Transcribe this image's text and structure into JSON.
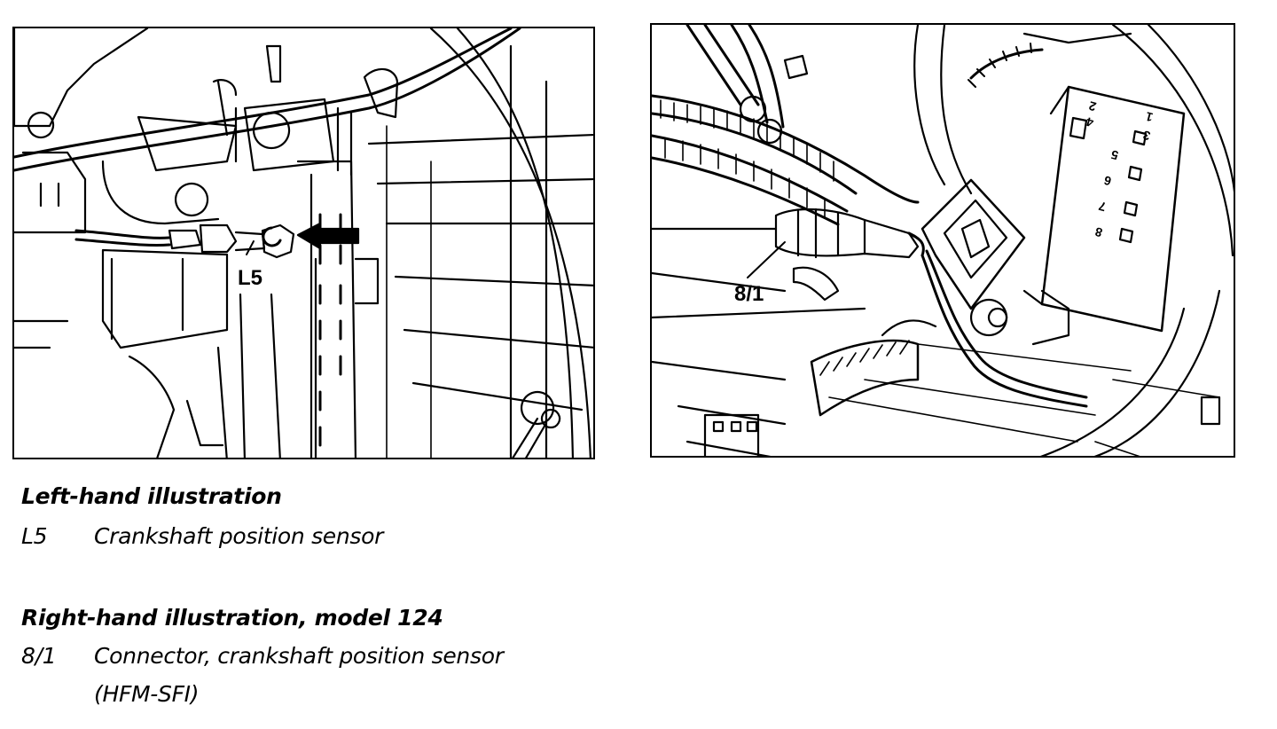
{
  "illustrations": {
    "left": {
      "callout_label": "L5"
    },
    "right": {
      "callout_label": "8/1",
      "connector_pins": [
        "1",
        "2",
        "3",
        "4",
        "5",
        "6",
        "7",
        "8"
      ]
    }
  },
  "legend": {
    "left": {
      "heading": "Left-hand illustration",
      "items": [
        {
          "code": "L5",
          "description": "Crankshaft position sensor"
        }
      ]
    },
    "right": {
      "heading": "Right-hand illustration, model 124",
      "items": [
        {
          "code": "8/1",
          "description": "Connector, crankshaft position sensor",
          "description_cont": "(HFM-SFI)"
        }
      ]
    }
  }
}
